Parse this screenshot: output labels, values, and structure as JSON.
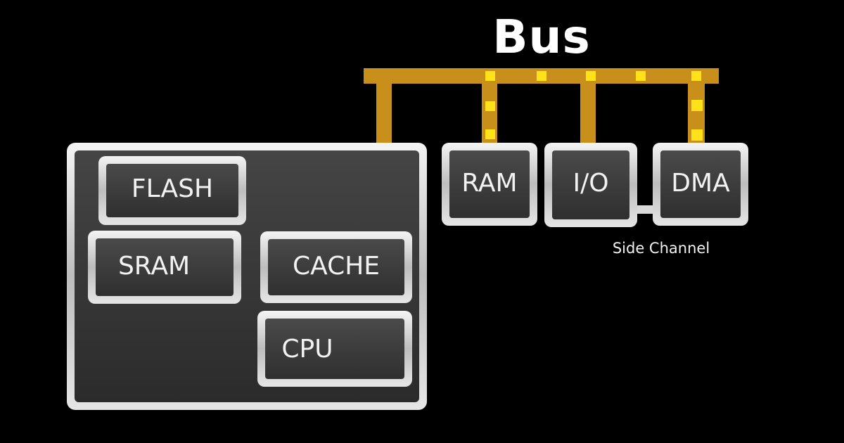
{
  "title": "Bus",
  "side_channel_label": "Side Channel",
  "blocks": {
    "flash": "FLASH",
    "sram": "SRAM",
    "cache": "CACHE",
    "cpu": "CPU",
    "ram": "RAM",
    "io": "I/O",
    "dma": "DMA"
  },
  "colors": {
    "background": "#000000",
    "bus": "#c8901a",
    "data_packet": "#ffe21a",
    "block_fill": "#3d3d3d",
    "block_border": "#d9d9d9",
    "label": "#f2f2f2"
  }
}
